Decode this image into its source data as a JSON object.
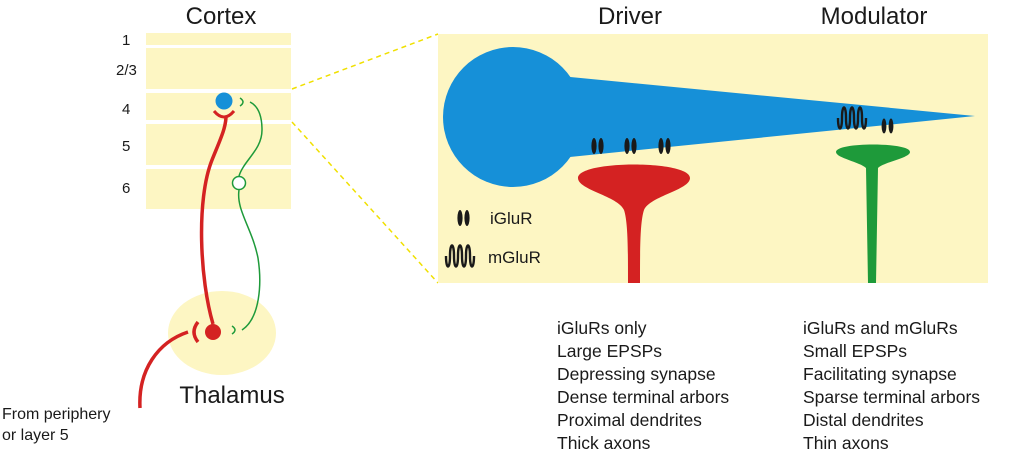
{
  "headings": {
    "cortex": "Cortex",
    "driver": "Driver",
    "modulator": "Modulator",
    "thalamus": "Thalamus"
  },
  "layers": [
    "1",
    "2/3",
    "4",
    "5",
    "6"
  ],
  "input_label": [
    "From periphery",
    "or layer 5"
  ],
  "legend": {
    "iglur": "iGluR",
    "mglur": "mGluR"
  },
  "driver_properties": [
    "iGluRs only",
    "Large EPSPs",
    "Depressing synapse",
    "Dense terminal arbors",
    "Proximal dendrites",
    "Thick axons"
  ],
  "modulator_properties": [
    "iGluRs and mGluRs",
    "Small EPSPs",
    "Facilitating synapse",
    "Sparse terminal arbors",
    "Distal dendrites",
    "Thin axons"
  ],
  "colors": {
    "background_panel": "#fdf6c3",
    "neuron": "#1690d8",
    "driver": "#d42222",
    "modulator": "#1e9a3a",
    "receptor": "#1a1a1a",
    "zoom_line": "#f0e000"
  }
}
